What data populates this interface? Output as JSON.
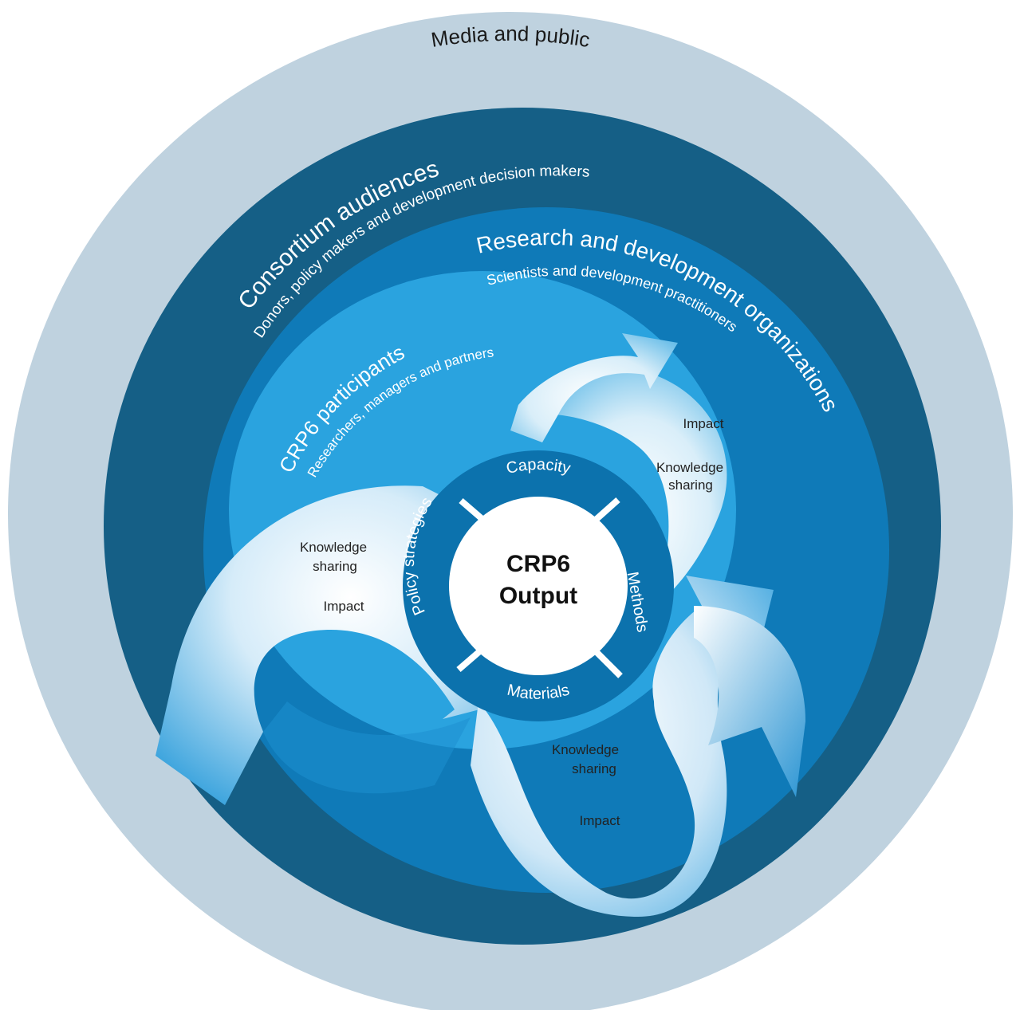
{
  "outer_ring": {
    "label": "Media and public"
  },
  "consortium": {
    "title": "Consortium audiences",
    "subtitle": "Donors, policy makers and development decision makers"
  },
  "research": {
    "title": "Research and development organizations",
    "subtitle": "Scientists and development practitioners"
  },
  "participants": {
    "title": "CRP6 participants",
    "subtitle": "Researchers, managers and partners"
  },
  "center": {
    "line1": "CRP6",
    "line2": "Output"
  },
  "segments": {
    "top": "Capacity",
    "right": "Methods",
    "bottom": "Materials",
    "left": "Policy strategies"
  },
  "arrow_labels": {
    "top_right": {
      "impact": "Impact",
      "ks_line1": "Knowledge",
      "ks_line2": "sharing"
    },
    "left": {
      "ks_line1": "Knowledge",
      "ks_line2": "sharing",
      "impact": "Impact"
    },
    "bottom": {
      "ks_line1": "Knowledge",
      "ks_line2": "sharing",
      "impact": "Impact"
    }
  },
  "colors": {
    "outer": "#bfd2df",
    "consortium": "#155f86",
    "research": "#0f7ab8",
    "participants": "#2aa3df",
    "ring": "#0c72ad",
    "center": "#ffffff"
  }
}
